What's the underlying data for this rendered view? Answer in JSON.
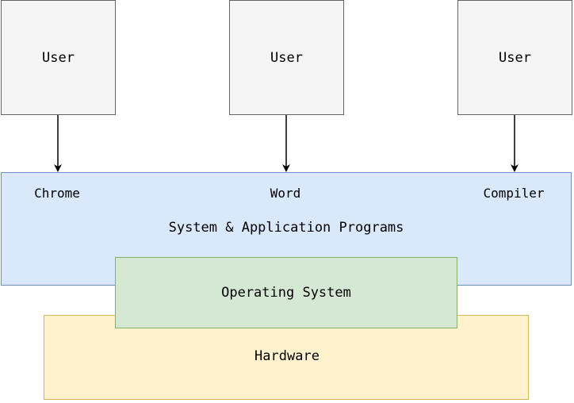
{
  "colors": {
    "user_fill": "#f5f5f5",
    "user_stroke": "#666666",
    "apps_fill": "#dae8fc",
    "apps_stroke": "#6c8ebf",
    "os_fill": "#d5e8d4",
    "os_stroke": "#82b366",
    "hw_fill": "#fff2cc",
    "hw_stroke": "#d6b656",
    "arrow": "#000000"
  },
  "users": [
    {
      "label": "User"
    },
    {
      "label": "User"
    },
    {
      "label": "User"
    }
  ],
  "programs": [
    {
      "label": "Chrome"
    },
    {
      "label": "Word"
    },
    {
      "label": "Compiler"
    }
  ],
  "apps_layer": {
    "label": "System & Application Programs"
  },
  "os_layer": {
    "label": "Operating System"
  },
  "hardware_layer": {
    "label": "Hardware"
  }
}
